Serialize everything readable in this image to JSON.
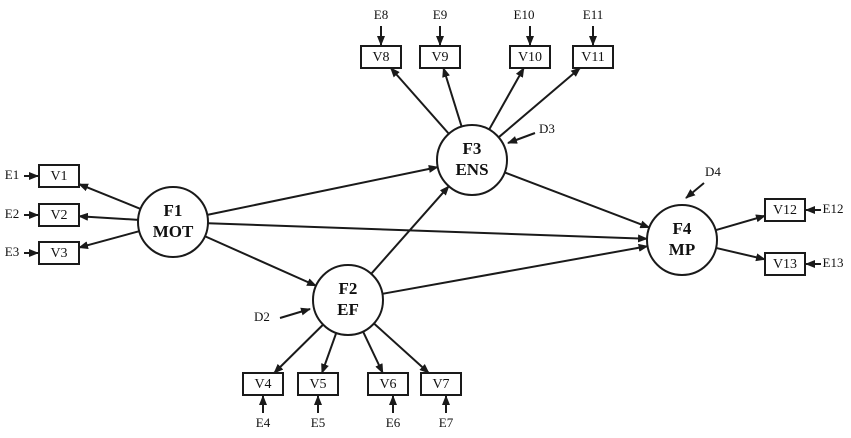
{
  "factors": [
    {
      "id": "F1",
      "code": "F1",
      "name": "MOT"
    },
    {
      "id": "F2",
      "code": "F2",
      "name": "EF"
    },
    {
      "id": "F3",
      "code": "F3",
      "name": "ENS"
    },
    {
      "id": "F4",
      "code": "F4",
      "name": "MP"
    }
  ],
  "indicators": [
    {
      "id": "V1",
      "label": "V1",
      "error": "E1",
      "factor": "F1"
    },
    {
      "id": "V2",
      "label": "V2",
      "error": "E2",
      "factor": "F1"
    },
    {
      "id": "V3",
      "label": "V3",
      "error": "E3",
      "factor": "F1"
    },
    {
      "id": "V4",
      "label": "V4",
      "error": "E4",
      "factor": "F2"
    },
    {
      "id": "V5",
      "label": "V5",
      "error": "E5",
      "factor": "F2"
    },
    {
      "id": "V6",
      "label": "V6",
      "error": "E6",
      "factor": "F2"
    },
    {
      "id": "V7",
      "label": "V7",
      "error": "E7",
      "factor": "F2"
    },
    {
      "id": "V8",
      "label": "V8",
      "error": "E8",
      "factor": "F3"
    },
    {
      "id": "V9",
      "label": "V9",
      "error": "E9",
      "factor": "F3"
    },
    {
      "id": "V10",
      "label": "V10",
      "error": "E10",
      "factor": "F3"
    },
    {
      "id": "V11",
      "label": "V11",
      "error": "E11",
      "factor": "F3"
    },
    {
      "id": "V12",
      "label": "V12",
      "error": "E12",
      "factor": "F4"
    },
    {
      "id": "V13",
      "label": "V13",
      "error": "E13",
      "factor": "F4"
    }
  ],
  "disturbances": [
    {
      "id": "D2",
      "label": "D2",
      "factor": "F2"
    },
    {
      "id": "D3",
      "label": "D3",
      "factor": "F3"
    },
    {
      "id": "D4",
      "label": "D4",
      "factor": "F4"
    }
  ],
  "paths": [
    {
      "from": "F1",
      "to": "F3"
    },
    {
      "from": "F1",
      "to": "F4"
    },
    {
      "from": "F1",
      "to": "F2"
    },
    {
      "from": "F2",
      "to": "F3"
    },
    {
      "from": "F2",
      "to": "F4"
    },
    {
      "from": "F3",
      "to": "F4"
    }
  ]
}
